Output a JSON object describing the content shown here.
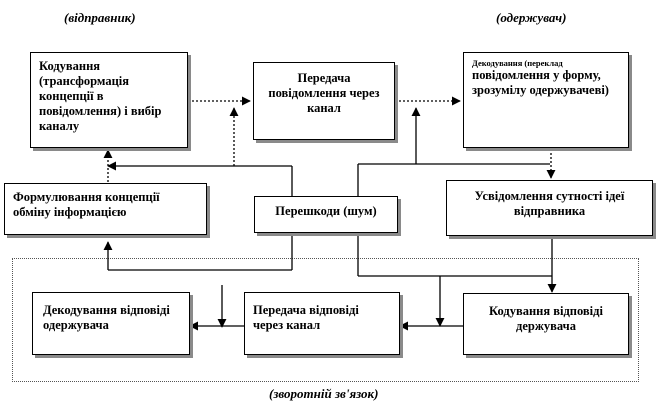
{
  "labels": {
    "sender": "(відправник)",
    "receiver": "(одержувач)",
    "feedback": "(зворотній зв'язок)"
  },
  "boxes": {
    "encoding": "Кодування (трансформація концепції в повідомлення) і вибір каналу",
    "transmission": "Передача повідомлення через канал",
    "decoding_small": "Декодування (переклад",
    "decoding_main": "повідомлення у форму, зрозумілу одержувачеві)",
    "formulation": "Формулювання концепції обміну інформацією",
    "noise": "Перешкоди (шум)",
    "awareness": "Усвідомлення сутності ідеї відправника",
    "reply_decoding": "Декодування відповіді одержувача",
    "reply_transmission": "Передача відповіді через канал",
    "reply_encoding": "Кодування відповіді держувача"
  }
}
